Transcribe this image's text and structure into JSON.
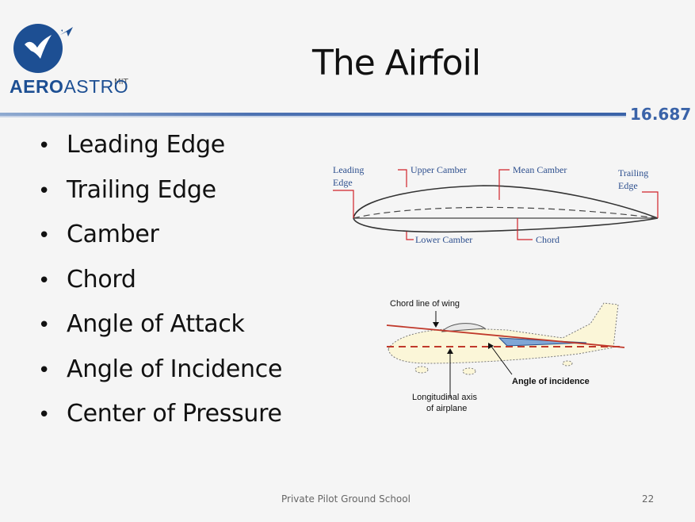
{
  "logo": {
    "small": "MIT",
    "part1": "AERO",
    "part2": "ASTRO"
  },
  "slide": {
    "title": "The Airfoil",
    "course": "16.687"
  },
  "bullets": [
    "Leading Edge",
    "Trailing Edge",
    "Camber",
    "Chord",
    "Angle of Attack",
    "Angle of Incidence",
    "Center of Pressure"
  ],
  "airfoil_diagram": {
    "leading_edge": [
      "Leading",
      "Edge"
    ],
    "upper_camber": "Upper Camber",
    "mean_camber": "Mean Camber",
    "trailing_edge": [
      "Trailing",
      "Edge"
    ],
    "lower_camber": "Lower Camber",
    "chord": "Chord"
  },
  "plane_diagram": {
    "chord_line": "Chord line of wing",
    "angle_incidence": "Angle of incidence",
    "long_axis": [
      "Longitudinal axis",
      "of airplane"
    ]
  },
  "footer": {
    "text": "Private Pilot Ground School",
    "page": "22"
  },
  "colors": {
    "brand_blue": "#1d4f93",
    "rule_blue": "#3a63a8",
    "callout_red": "#d0232a"
  }
}
